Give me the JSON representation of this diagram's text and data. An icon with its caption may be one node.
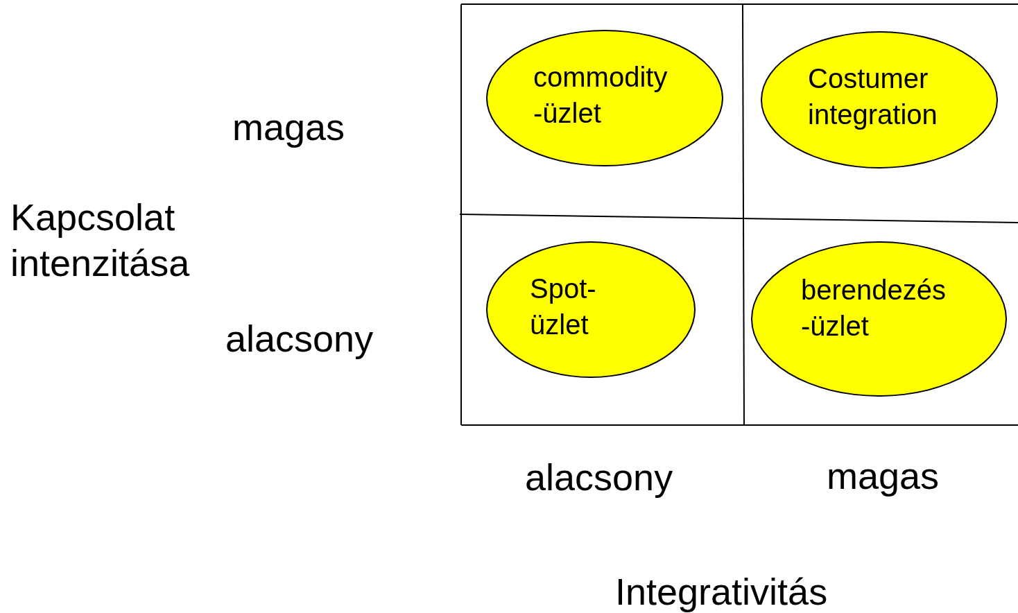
{
  "diagram": {
    "nodes": [
      {
        "text": [
          "commodity -üzlet"
        ]
      },
      {
        "text": [
          "Costumer integration"
        ]
      },
      {
        "text": [
          "Spot- üzlet"
        ]
      },
      {
        "text": [
          "berendezés -üzlet"
        ]
      }
    ],
    "labels": [
      "magas",
      "Kapcsolat intenzitása",
      "alacsony",
      "alacsony",
      "magas",
      "Integrativitás"
    ]
  }
}
